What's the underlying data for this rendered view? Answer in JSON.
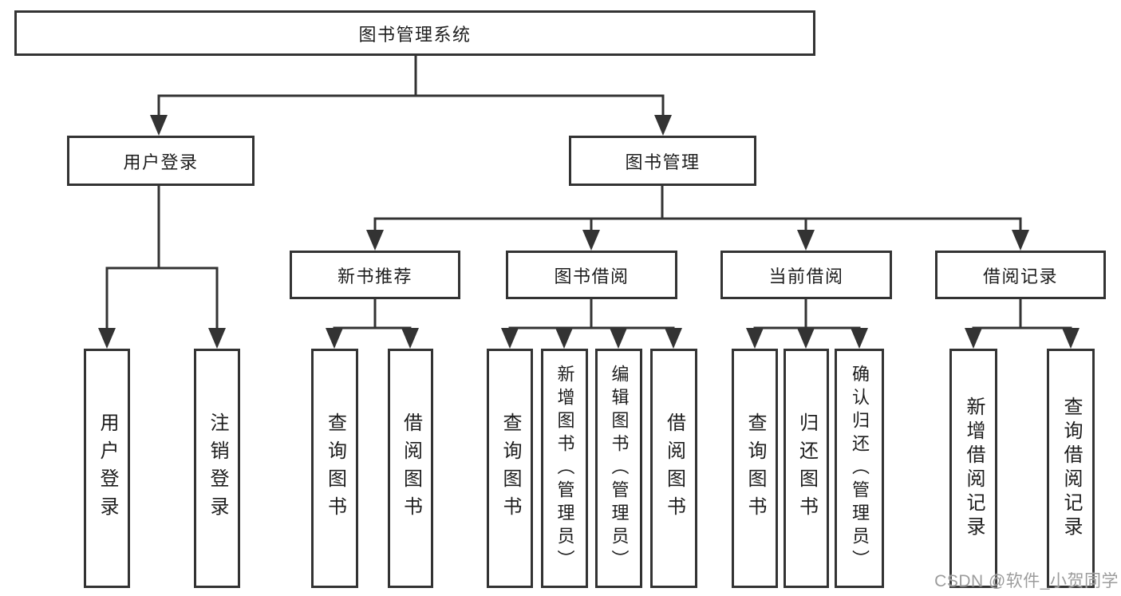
{
  "tree": {
    "level1": {
      "label": "图书管理系统"
    },
    "level2": [
      {
        "label": "用户登录"
      },
      {
        "label": "图书管理"
      }
    ],
    "level3": [
      {
        "label": "新书推荐",
        "parent": "图书管理"
      },
      {
        "label": "图书借阅",
        "parent": "图书管理"
      },
      {
        "label": "当前借阅",
        "parent": "图书管理"
      },
      {
        "label": "借阅记录",
        "parent": "图书管理"
      }
    ],
    "level4": [
      {
        "label": "用户登录",
        "parent": "用户登录"
      },
      {
        "label": "注销登录",
        "parent": "用户登录"
      },
      {
        "label": "查询图书",
        "parent": "新书推荐"
      },
      {
        "label": "借阅图书",
        "parent": "新书推荐"
      },
      {
        "label": "查询图书",
        "parent": "图书借阅"
      },
      {
        "label": "新增图书（管理员）",
        "parent": "图书借阅"
      },
      {
        "label": "编辑图书（管理员）",
        "parent": "图书借阅"
      },
      {
        "label": "借阅图书",
        "parent": "图书借阅"
      },
      {
        "label": "查询图书",
        "parent": "当前借阅"
      },
      {
        "label": "归还图书",
        "parent": "当前借阅"
      },
      {
        "label": "确认归还（管理员）",
        "parent": "当前借阅"
      },
      {
        "label": "新增借阅记录",
        "parent": "借阅记录"
      },
      {
        "label": "查询借阅记录",
        "parent": "借阅记录"
      }
    ]
  },
  "watermark": {
    "text": "CSDN @软件_小贺同学"
  },
  "colors": {
    "line": "#333333",
    "text": "#1d1d1d",
    "watermark": "#9c9c9c",
    "background": "#ffffff"
  }
}
